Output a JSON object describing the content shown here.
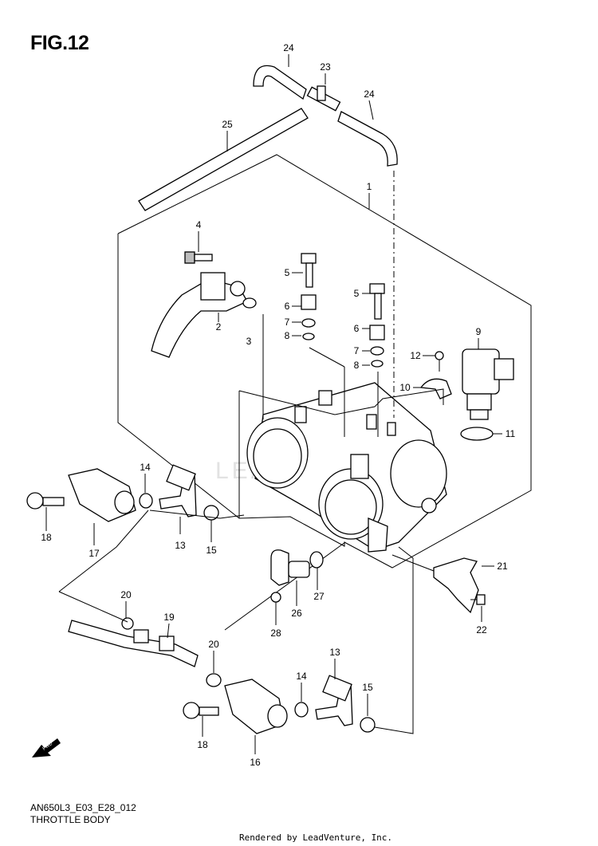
{
  "figure": {
    "title": "FIG.12",
    "code": "AN650L3_E03_E28_012",
    "name": "THROTTLE BODY",
    "credit": "Rendered by LeadVenture, Inc.",
    "watermark": "LEADVENTURE",
    "fwd_label": "FWD"
  },
  "callouts": {
    "c1": "1",
    "c2": "2",
    "c3": "3",
    "c4": "4",
    "c5a": "5",
    "c5b": "5",
    "c6a": "6",
    "c6b": "6",
    "c7a": "7",
    "c7b": "7",
    "c8a": "8",
    "c8b": "8",
    "c9": "9",
    "c10": "10",
    "c11": "11",
    "c12": "12",
    "c13a": "13",
    "c13b": "13",
    "c14a": "14",
    "c14b": "14",
    "c15a": "15",
    "c15b": "15",
    "c16": "16",
    "c17": "17",
    "c18a": "18",
    "c18b": "18",
    "c19": "19",
    "c20a": "20",
    "c20b": "20",
    "c21": "21",
    "c22": "22",
    "c23": "23",
    "c24a": "24",
    "c24b": "24",
    "c25": "25",
    "c26": "26",
    "c27": "27",
    "c28": "28"
  }
}
